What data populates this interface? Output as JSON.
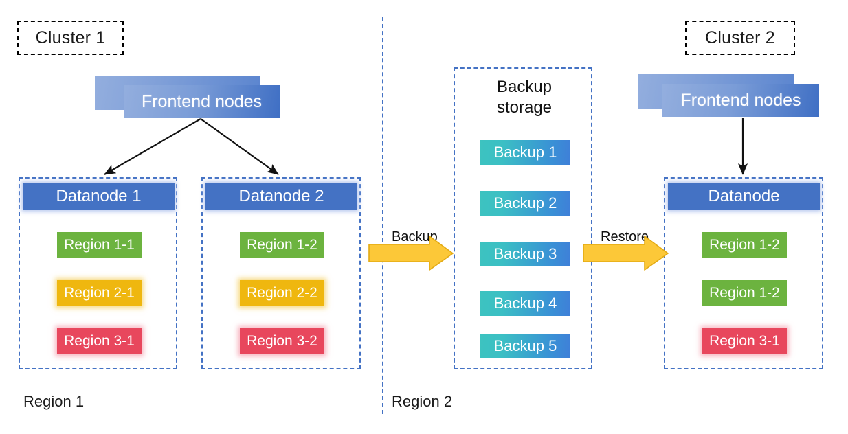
{
  "diagram": {
    "clusters": [
      {
        "label": "Cluster 1"
      },
      {
        "label": "Cluster 2"
      }
    ],
    "frontend_left": {
      "label": "Frontend nodes"
    },
    "frontend_right": {
      "label": "Frontend nodes"
    },
    "datanodes": [
      {
        "title": "Datanode 1",
        "regions": [
          {
            "label": "Region 1-1",
            "color": "#6cb33f"
          },
          {
            "label": "Region 2-1",
            "color": "#efb70f"
          },
          {
            "label": "Region 3-1",
            "color": "#e8475d"
          }
        ]
      },
      {
        "title": "Datanode 2",
        "regions": [
          {
            "label": "Region 1-2",
            "color": "#6cb33f"
          },
          {
            "label": "Region 2-2",
            "color": "#efb70f"
          },
          {
            "label": "Region 3-2",
            "color": "#e8475d"
          }
        ]
      },
      {
        "title": "Datanode",
        "regions": [
          {
            "label": "Region 1-2",
            "color": "#6cb33f"
          },
          {
            "label": "Region 1-2",
            "color": "#6cb33f"
          },
          {
            "label": "Region 3-1",
            "color": "#e8475d"
          }
        ]
      }
    ],
    "backup_storage": {
      "title_line1": "Backup",
      "title_line2": "storage",
      "items": [
        {
          "label": "Backup 1"
        },
        {
          "label": "Backup 2"
        },
        {
          "label": "Backup 3"
        },
        {
          "label": "Backup 4"
        },
        {
          "label": "Backup 5"
        }
      ]
    },
    "flow_arrows": [
      {
        "label": "Backup",
        "color": "#fcc838"
      },
      {
        "label": "Restore",
        "color": "#fcc838"
      }
    ],
    "region_labels": [
      {
        "label": "Region 1"
      },
      {
        "label": "Region 2"
      }
    ],
    "colors": {
      "dashed_blue": "#4472c4",
      "datanode_blue": "#4472c4",
      "arrow_yellow": "#fcc838",
      "arrow_yellow_border": "#e0a800",
      "backup_gradient_start": "#3dc3c0",
      "backup_gradient_end": "#3f7fd8"
    }
  }
}
